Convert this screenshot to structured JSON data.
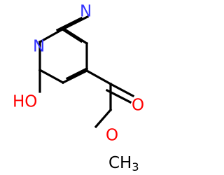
{
  "molecule": {
    "atoms": {
      "n_top": "N",
      "n_left": "N",
      "hydroxyl": "HO",
      "carbonyl_o": "O",
      "ester_o": "O",
      "methyl_main": "CH",
      "methyl_sub": "3"
    },
    "colors": {
      "nitrogen": "#3333ff",
      "oxygen": "#ff0000",
      "carbon": "#000000",
      "background": "#ffffff"
    }
  }
}
